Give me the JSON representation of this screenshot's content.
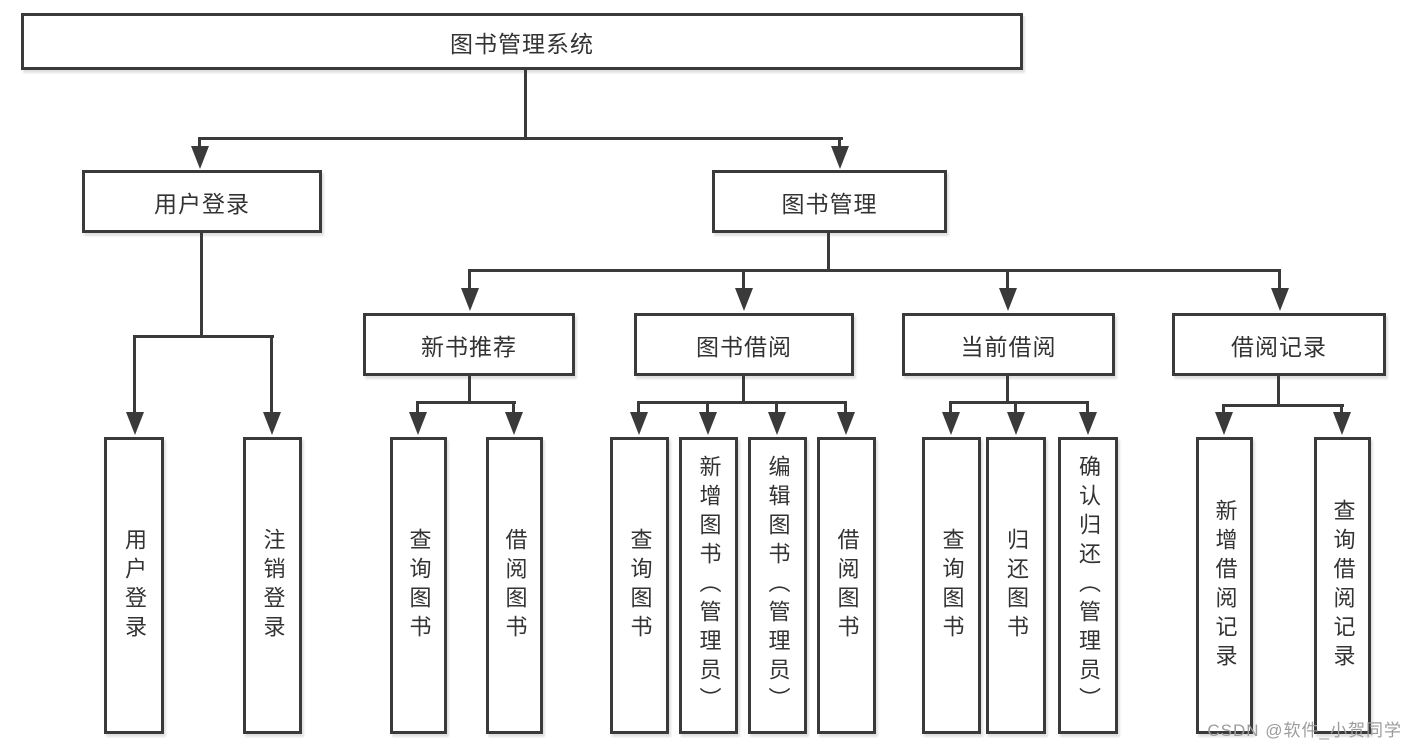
{
  "diagram": {
    "nodes": {
      "root": {
        "label": "图书管理系统"
      },
      "level2": [
        {
          "label": "用户登录"
        },
        {
          "label": "图书管理"
        }
      ],
      "level3": [
        {
          "label": "新书推荐"
        },
        {
          "label": "图书借阅"
        },
        {
          "label": "当前借阅"
        },
        {
          "label": "借阅记录"
        }
      ],
      "leaves": [
        {
          "label": "用户登录"
        },
        {
          "label": "注销登录"
        },
        {
          "label": "查询图书"
        },
        {
          "label": "借阅图书"
        },
        {
          "label": "查询图书"
        },
        {
          "label": "新增图书（管理员）"
        },
        {
          "label": "编辑图书（管理员）"
        },
        {
          "label": "借阅图书"
        },
        {
          "label": "查询图书"
        },
        {
          "label": "归还图书"
        },
        {
          "label": "确认归还（管理员）"
        },
        {
          "label": "新增借阅记录"
        },
        {
          "label": "查询借阅记录"
        }
      ]
    },
    "watermark": "CSDN @软件_小贺同学",
    "colors": {
      "line": "#3a3a3a",
      "text": "#333333",
      "watermark": "#9c9c9c",
      "background": "#ffffff"
    }
  }
}
